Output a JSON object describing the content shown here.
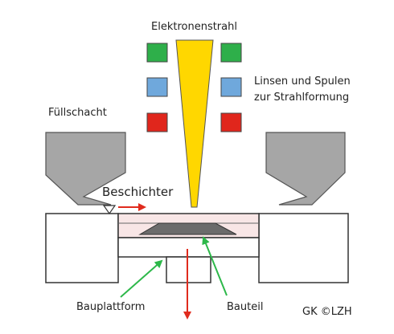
{
  "labels": {
    "beam": "Elektronenstrahl",
    "lenses_line1": "Linsen und Spulen",
    "lenses_line2": "zur Strahlformung",
    "hopper": "Füllschacht",
    "recoater": "Beschichter",
    "build_platform": "Bauplattform",
    "part": "Bauteil",
    "credit": "GK ©LZH"
  },
  "colors": {
    "beam": "#ffd700",
    "coil_top": "#2eaf4a",
    "coil_middle": "#6fa8dc",
    "coil_bottom": "#e0261c",
    "hopper": "#a6a6a6",
    "part": "#6b6b6b",
    "powder": "#f8e6e6",
    "arrow_red": "#e02b1d",
    "arrow_green": "#2db84a",
    "outline": "#333333"
  }
}
